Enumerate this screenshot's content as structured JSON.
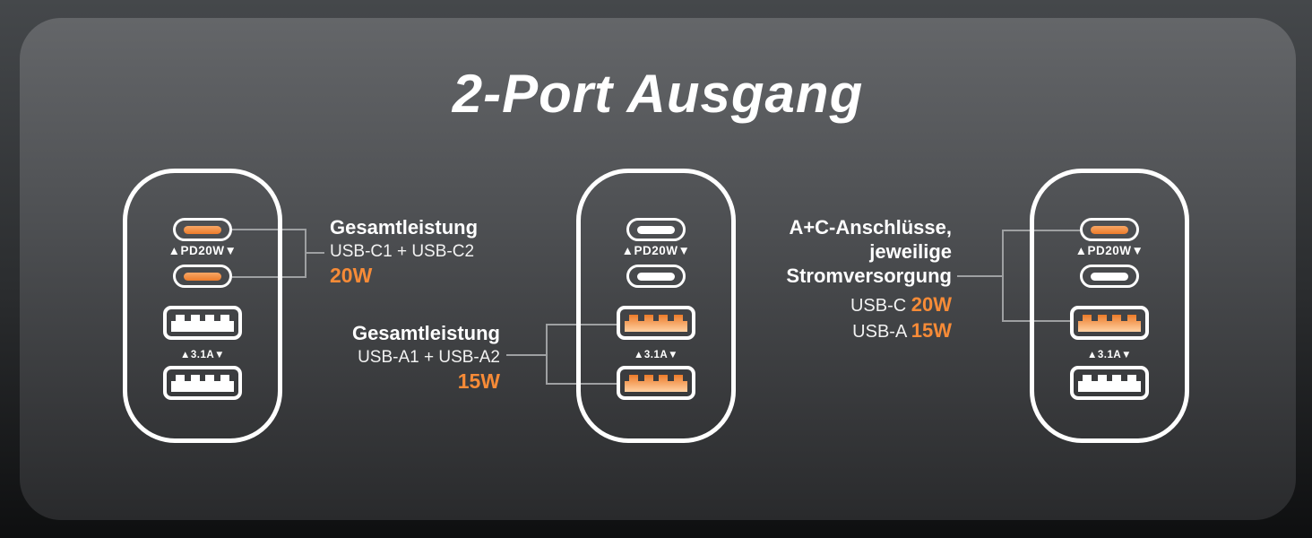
{
  "title": "2-Port Ausgang",
  "colors": {
    "accent_orange": "#f78b37",
    "line_gray": "#9ea0a2",
    "outline_white": "#ffffff"
  },
  "chargers": [
    {
      "name": "dual-usb-c-highlight",
      "pd_label": "▲PD20W▼",
      "amp_label": "▲3.1A▼",
      "highlighted_ports": [
        "USB-C1",
        "USB-C2"
      ]
    },
    {
      "name": "dual-usb-a-highlight",
      "pd_label": "▲PD20W▼",
      "amp_label": "▲3.1A▼",
      "highlighted_ports": [
        "USB-A1",
        "USB-A2"
      ]
    },
    {
      "name": "a-plus-c-highlight",
      "pd_label": "▲PD20W▼",
      "amp_label": "▲3.1A▼",
      "highlighted_ports": [
        "USB-C1",
        "USB-A1"
      ]
    }
  ],
  "callouts": {
    "usb_c": {
      "title": "Gesamtleistung",
      "ports": "USB-C1 + USB-C2",
      "value": "20W"
    },
    "usb_a": {
      "title": "Gesamtleistung",
      "ports": "USB-A1 + USB-A2",
      "value": "15W"
    },
    "mixed": {
      "title_line1": "A+C-Anschlüsse,",
      "title_line2": "jeweilige",
      "title_line3": "Stromversorgung",
      "row1_label": "USB-C",
      "row1_value": "20W",
      "row2_label": "USB-A",
      "row2_value": "15W"
    }
  }
}
